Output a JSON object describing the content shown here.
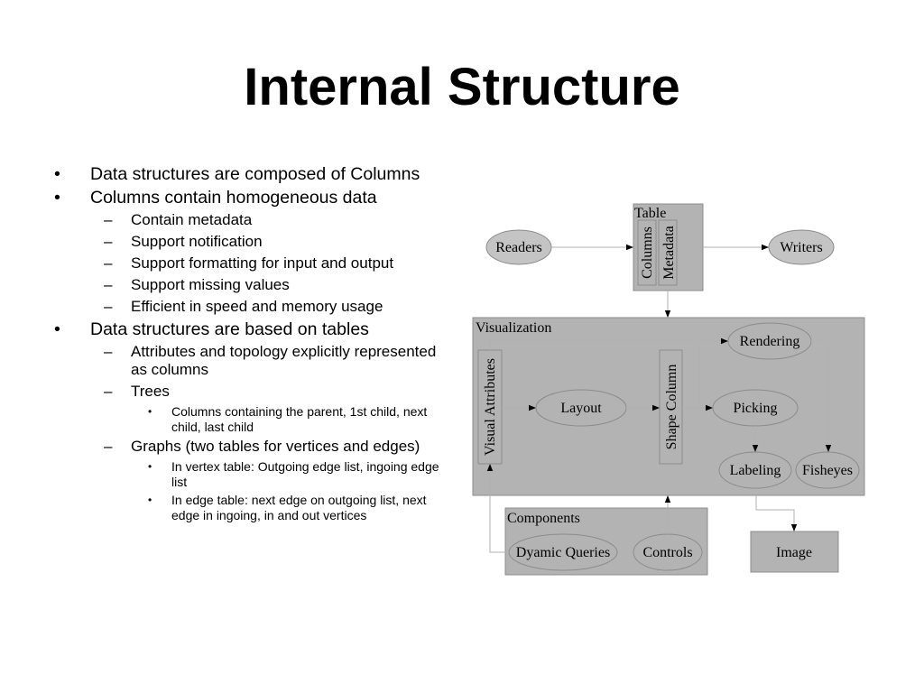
{
  "slide": {
    "title": "Internal Structure"
  },
  "bullets": [
    {
      "level": 1,
      "text": "Data structures are composed of Columns"
    },
    {
      "level": 1,
      "text": "Columns contain homogeneous data"
    },
    {
      "level": 2,
      "text": "Contain metadata"
    },
    {
      "level": 2,
      "text": "Support notification"
    },
    {
      "level": 2,
      "text": "Support formatting for input and output"
    },
    {
      "level": 2,
      "text": "Support missing values"
    },
    {
      "level": 2,
      "text": "Efficient in speed and memory usage"
    },
    {
      "level": 1,
      "text": "Data structures are based on tables"
    },
    {
      "level": 2,
      "text": "Attributes and topology explicitly represented as columns"
    },
    {
      "level": 2,
      "text": "Trees"
    },
    {
      "level": 3,
      "text": "Columns containing the parent, 1st child, next child, last child"
    },
    {
      "level": 2,
      "text": "Graphs (two tables for vertices and edges)"
    },
    {
      "level": 3,
      "text": "In vertex table: Outgoing edge list, ingoing edge list"
    },
    {
      "level": 3,
      "text": "In edge table: next edge on outgoing list, next edge in ingoing, in and out vertices"
    }
  ],
  "markers": {
    "level1": "•",
    "level2": "–",
    "level3": "•"
  },
  "diagram": {
    "colors": {
      "box_fill": "#b3b3b3",
      "ellipse_fill": "#c4c4c4",
      "border": "#8c8c8c",
      "line": "#b0b0b0",
      "arrowhead": "#000000"
    },
    "table": {
      "label": "Table",
      "columns": [
        "Columns",
        "Metadata"
      ]
    },
    "readers": "Readers",
    "writers": "Writers",
    "visualization": {
      "label": "Visualization",
      "visual_attributes": "Visual Attributes",
      "layout": "Layout",
      "shape_column": "Shape Column",
      "rendering": "Rendering",
      "picking": "Picking",
      "labeling": "Labeling",
      "fisheyes": "Fisheyes"
    },
    "components": {
      "label": "Components",
      "dynamic_queries": "Dyamic Queries",
      "controls": "Controls"
    },
    "image": "Image"
  }
}
